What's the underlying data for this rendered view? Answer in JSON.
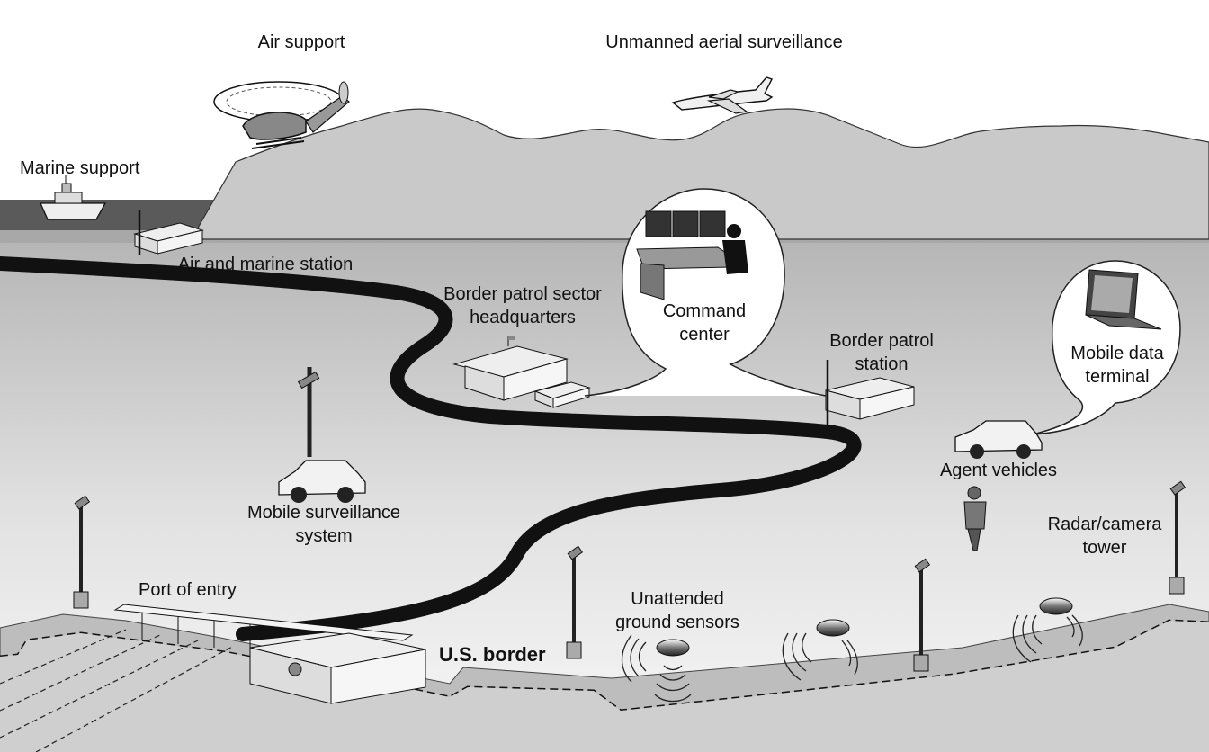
{
  "labels": {
    "air_support": "Air support",
    "uav": "Unmanned aerial surveillance",
    "marine_support": "Marine support",
    "air_marine_station": "Air and marine station",
    "sector_hq_line1": "Border patrol sector",
    "sector_hq_line2": "headquarters",
    "command_line1": "Command",
    "command_line2": "center",
    "station_line1": "Border patrol",
    "station_line2": "station",
    "mdt_line1": "Mobile data",
    "mdt_line2": "terminal",
    "agent_vehicles": "Agent vehicles",
    "mobile_surv_line1": "Mobile surveillance",
    "mobile_surv_line2": "system",
    "radar_line1": "Radar/camera",
    "radar_line2": "tower",
    "port_of_entry": "Port of entry",
    "sensors_line1": "Unattended",
    "sensors_line2": "ground sensors",
    "us_border": "U.S. border"
  },
  "colors": {
    "sky": "#ffffff",
    "mountains": "#c8c8c8",
    "water": "#5a5a5a",
    "ground_top": "#b8b8b8",
    "ground_bottom": "#f4f4f4",
    "road": "#111111",
    "border_strip": "#bdbdbd"
  }
}
